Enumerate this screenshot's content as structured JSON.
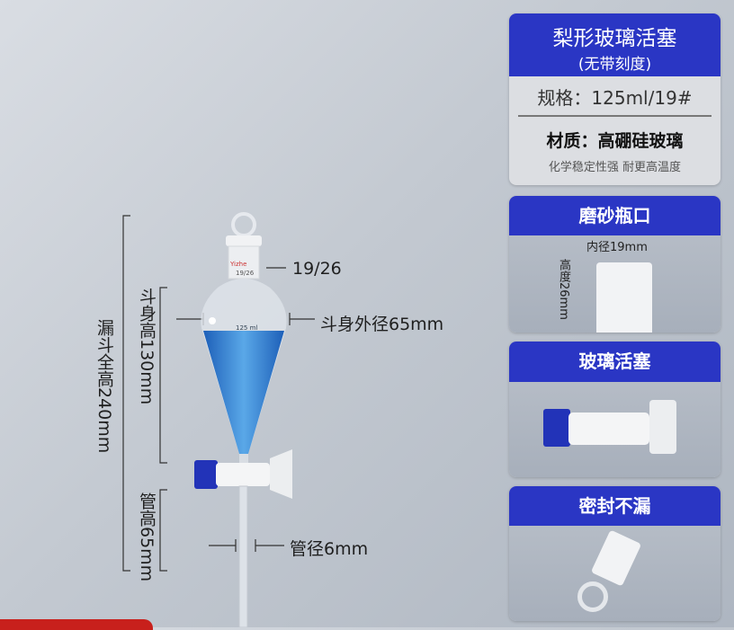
{
  "dimensions": {
    "joint": "19/26",
    "body_diameter": "斗身外径65mm",
    "body_height": "斗身高130mm",
    "total_height": "漏斗全高240mm",
    "tube_height": "管高65mm",
    "tube_diameter": "管径6mm"
  },
  "funnel_marks": {
    "brand": "Yizhe",
    "joint": "19/26",
    "volume": "125 ml"
  },
  "spec_card": {
    "title": "梨形玻璃活塞",
    "subtitle": "(无带刻度)",
    "spec": "规格：125ml/19#",
    "material": "材质：高硼硅玻璃",
    "material_note": "化学稳定性强 耐更高温度"
  },
  "feature_cards": [
    {
      "title": "磨砂瓶口",
      "inner_diameter": "内径19mm",
      "height": "高度26mm"
    },
    {
      "title": "玻璃活塞"
    },
    {
      "title": "密封不漏"
    }
  ],
  "colors": {
    "accent": "#2a36c4",
    "liquid": "#2f7fd0",
    "cap": "#2233b8"
  }
}
